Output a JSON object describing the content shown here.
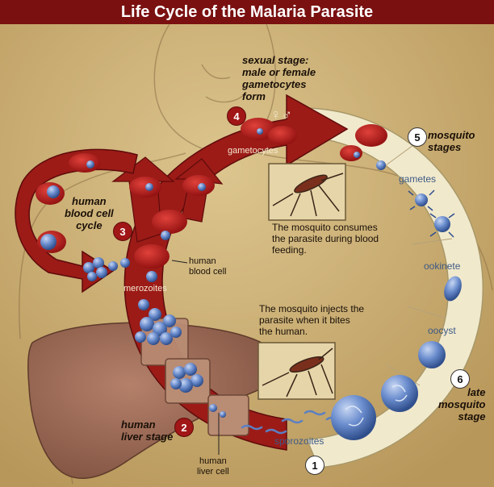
{
  "title": "Life Cycle of the Malaria Parasite",
  "colors": {
    "title_bar": "#7a1010",
    "arrow_red": "#9c1b17",
    "mosquito_ring": "#f1e9cc",
    "background": "#c9ab6c",
    "cell_blue": "#5b7fc2"
  },
  "stages": [
    {
      "number": "1"
    },
    {
      "number": "2",
      "label": "human\nliver stage"
    },
    {
      "number": "3",
      "label": "human\nblood cell\ncycle"
    },
    {
      "number": "4",
      "label": "sexual stage:\nmale or female\ngametocytes\nform"
    },
    {
      "number": "5",
      "label": "mosquito\nstages"
    },
    {
      "number": "6",
      "label": "late\nmosquito\nstage"
    }
  ],
  "labels": {
    "gametocytes": "gametocytes",
    "merozoites": "merozoites",
    "sporozoites": "sporozoites",
    "gametes": "gametes",
    "ookinete": "ookinete",
    "oocyst": "oocyst",
    "human_blood_cell": "human\nblood cell",
    "human_liver_cell": "human\nliver cell",
    "gender_symbols": "♀♂"
  },
  "captions": {
    "consumes": "The mosquito consumes\nthe parasite during blood\nfeeding.",
    "injects": "The mosquito injects the\nparasite when it bites\nthe human."
  }
}
